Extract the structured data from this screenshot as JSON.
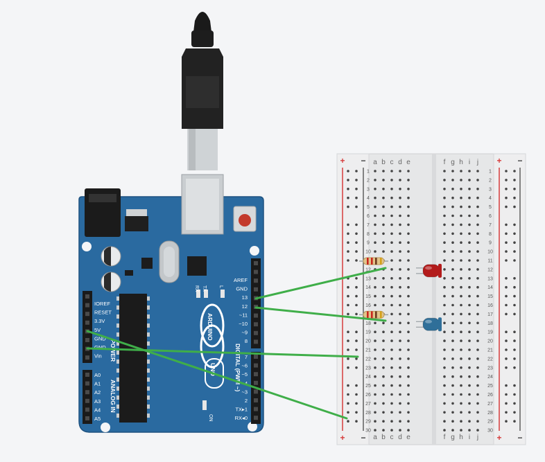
{
  "board": {
    "brand": "ARDUINO",
    "model": "UNO",
    "power_header_title": "POWER",
    "analog_header_title": "ANALOG IN",
    "digital_header_title": "DIGITAL (PWM ~)",
    "on_label": "ON",
    "led_labels": [
      "RX",
      "TX",
      "L"
    ],
    "power_pins": [
      "IOREF",
      "RESET",
      "3.3V",
      "5V",
      "GND",
      "GND",
      "Vin"
    ],
    "analog_pins": [
      "A0",
      "A1",
      "A2",
      "A3",
      "A4",
      "A5"
    ],
    "digital_top": [
      "AREF",
      "GND",
      "13",
      "12",
      "~11",
      "~10",
      "~9",
      "8"
    ],
    "digital_bottom": [
      "7",
      "~6",
      "~5",
      "4",
      "~3",
      "2",
      "TX▸1",
      "RX◂0"
    ]
  },
  "breadboard": {
    "columns_left": [
      "a",
      "b",
      "c",
      "d",
      "e"
    ],
    "columns_right": [
      "f",
      "g",
      "h",
      "i",
      "j"
    ],
    "rows": 30,
    "rail_plus": "+",
    "rail_minus": "−"
  },
  "components": {
    "leds": [
      {
        "color": "#b31b1b",
        "row": 12
      },
      {
        "color": "#2f6f99",
        "row": 18
      }
    ],
    "resistors": [
      {
        "row": 11
      },
      {
        "row": 17
      }
    ]
  },
  "colors": {
    "board": "#2a6aa0",
    "board_edge": "#1e5280",
    "wire": "#3fae49",
    "rail_red": "#d63c3c",
    "rail_black": "#3a3a3a"
  }
}
